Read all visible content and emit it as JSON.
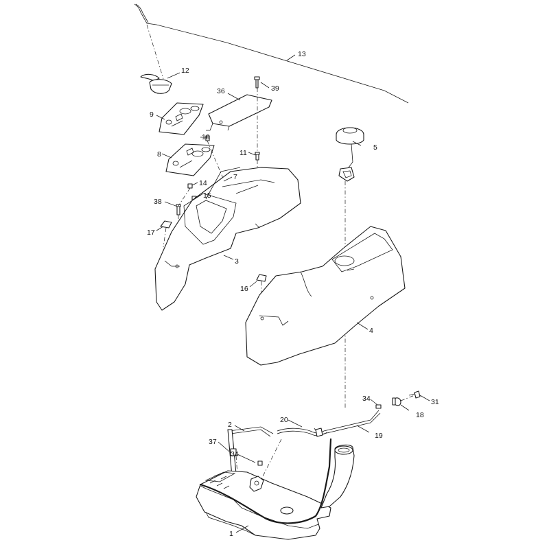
{
  "callouts": {
    "p1": "1",
    "p2": "2",
    "p3": "3",
    "p4": "4",
    "p5": "5",
    "p7": "7",
    "p8": "8",
    "p9": "9",
    "p10": "10",
    "p11": "11",
    "p12": "12",
    "p13": "13",
    "p14": "14",
    "p15": "15",
    "p16": "16",
    "p17": "17",
    "p18": "18",
    "p19": "19",
    "p20": "20",
    "p31": "31",
    "p34a": "34",
    "p34b": "34",
    "p36": "36",
    "p37": "37",
    "p38": "38",
    "p39": "39"
  }
}
